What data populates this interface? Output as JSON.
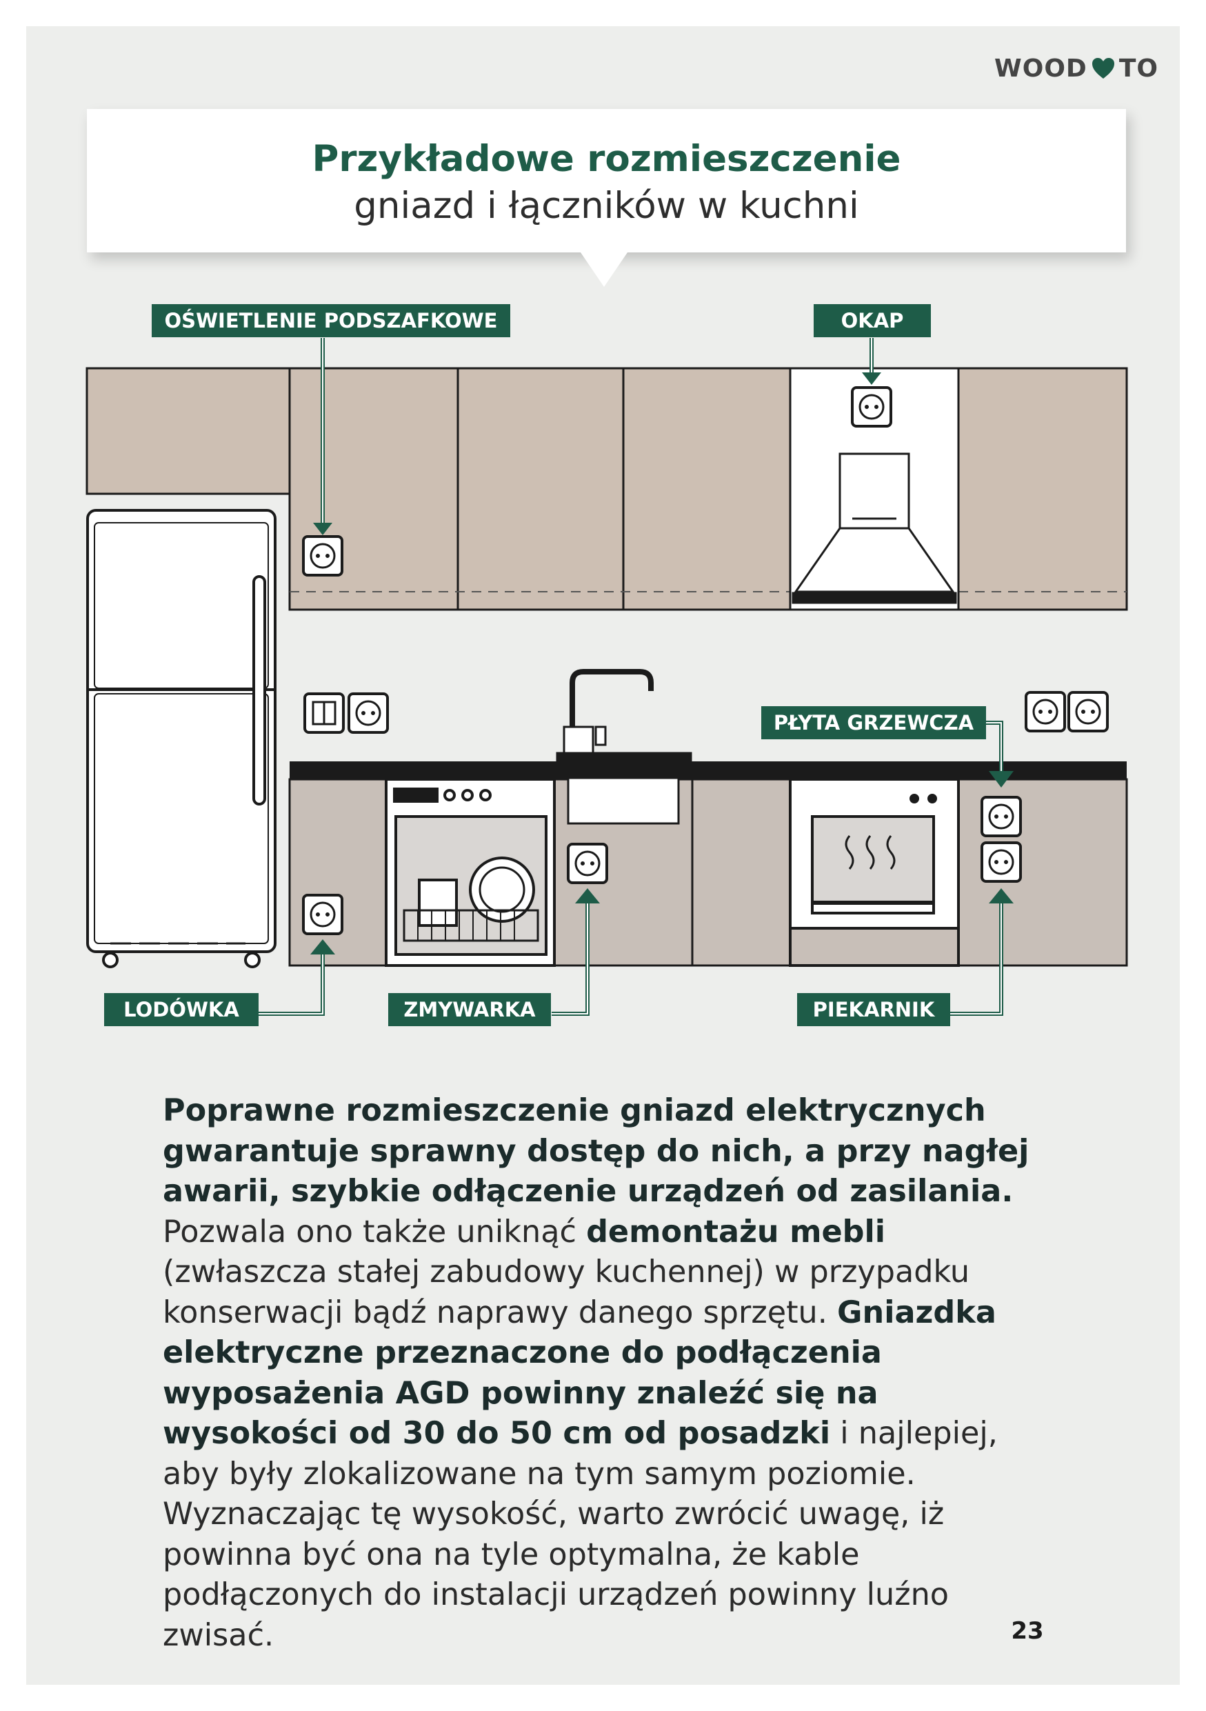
{
  "brand": {
    "left": "WOOD",
    "right": "TO",
    "heart_color": "#1e5c48"
  },
  "title": {
    "line1": "Przykładowe rozmieszczenie",
    "line2": "gniazd i łączników w kuchni"
  },
  "labels": {
    "under_cabinet": "OŚWIETLENIE PODSZAFKOWE",
    "hood": "OKAP",
    "hob": "PŁYTA GRZEWCZA",
    "fridge": "LODÓWKA",
    "dishwasher": "ZMYWARKA",
    "oven": "PIEKARNIK"
  },
  "body": {
    "b1": "Poprawne rozmieszczenie gniazd elektrycznych gwarantuje sprawny dostęp do nich, a przy nagłej awarii, szybkie odłączenie urządzeń od zasilania.",
    "t1": " Pozwala ono także uniknąć ",
    "b2": "demontażu mebli",
    "t2": " (zwłaszcza stałej zabudowy kuchennej) w przypadku konserwacji bądź naprawy danego sprzętu. ",
    "b3": "Gniazdka elektryczne przeznaczone do podłączenia wyposażenia AGD powinny znaleźć się na wysokości od 30 do 50 cm od posadzki",
    "t3": " i najlepiej, aby były zlokalizowane na tym samym poziomie. Wyznaczając tę wysokość, warto zwrócić uwagę, iż powinna być ona na tyle optymalna, że kable podłączonych do instalacji urządzeń powinny luźno zwisać."
  },
  "page_number": "23",
  "colors": {
    "accent": "#1e5c48",
    "cabinet": "#cdbfb3",
    "base_cabinet": "#c8bfb8",
    "background": "#edeeec"
  }
}
